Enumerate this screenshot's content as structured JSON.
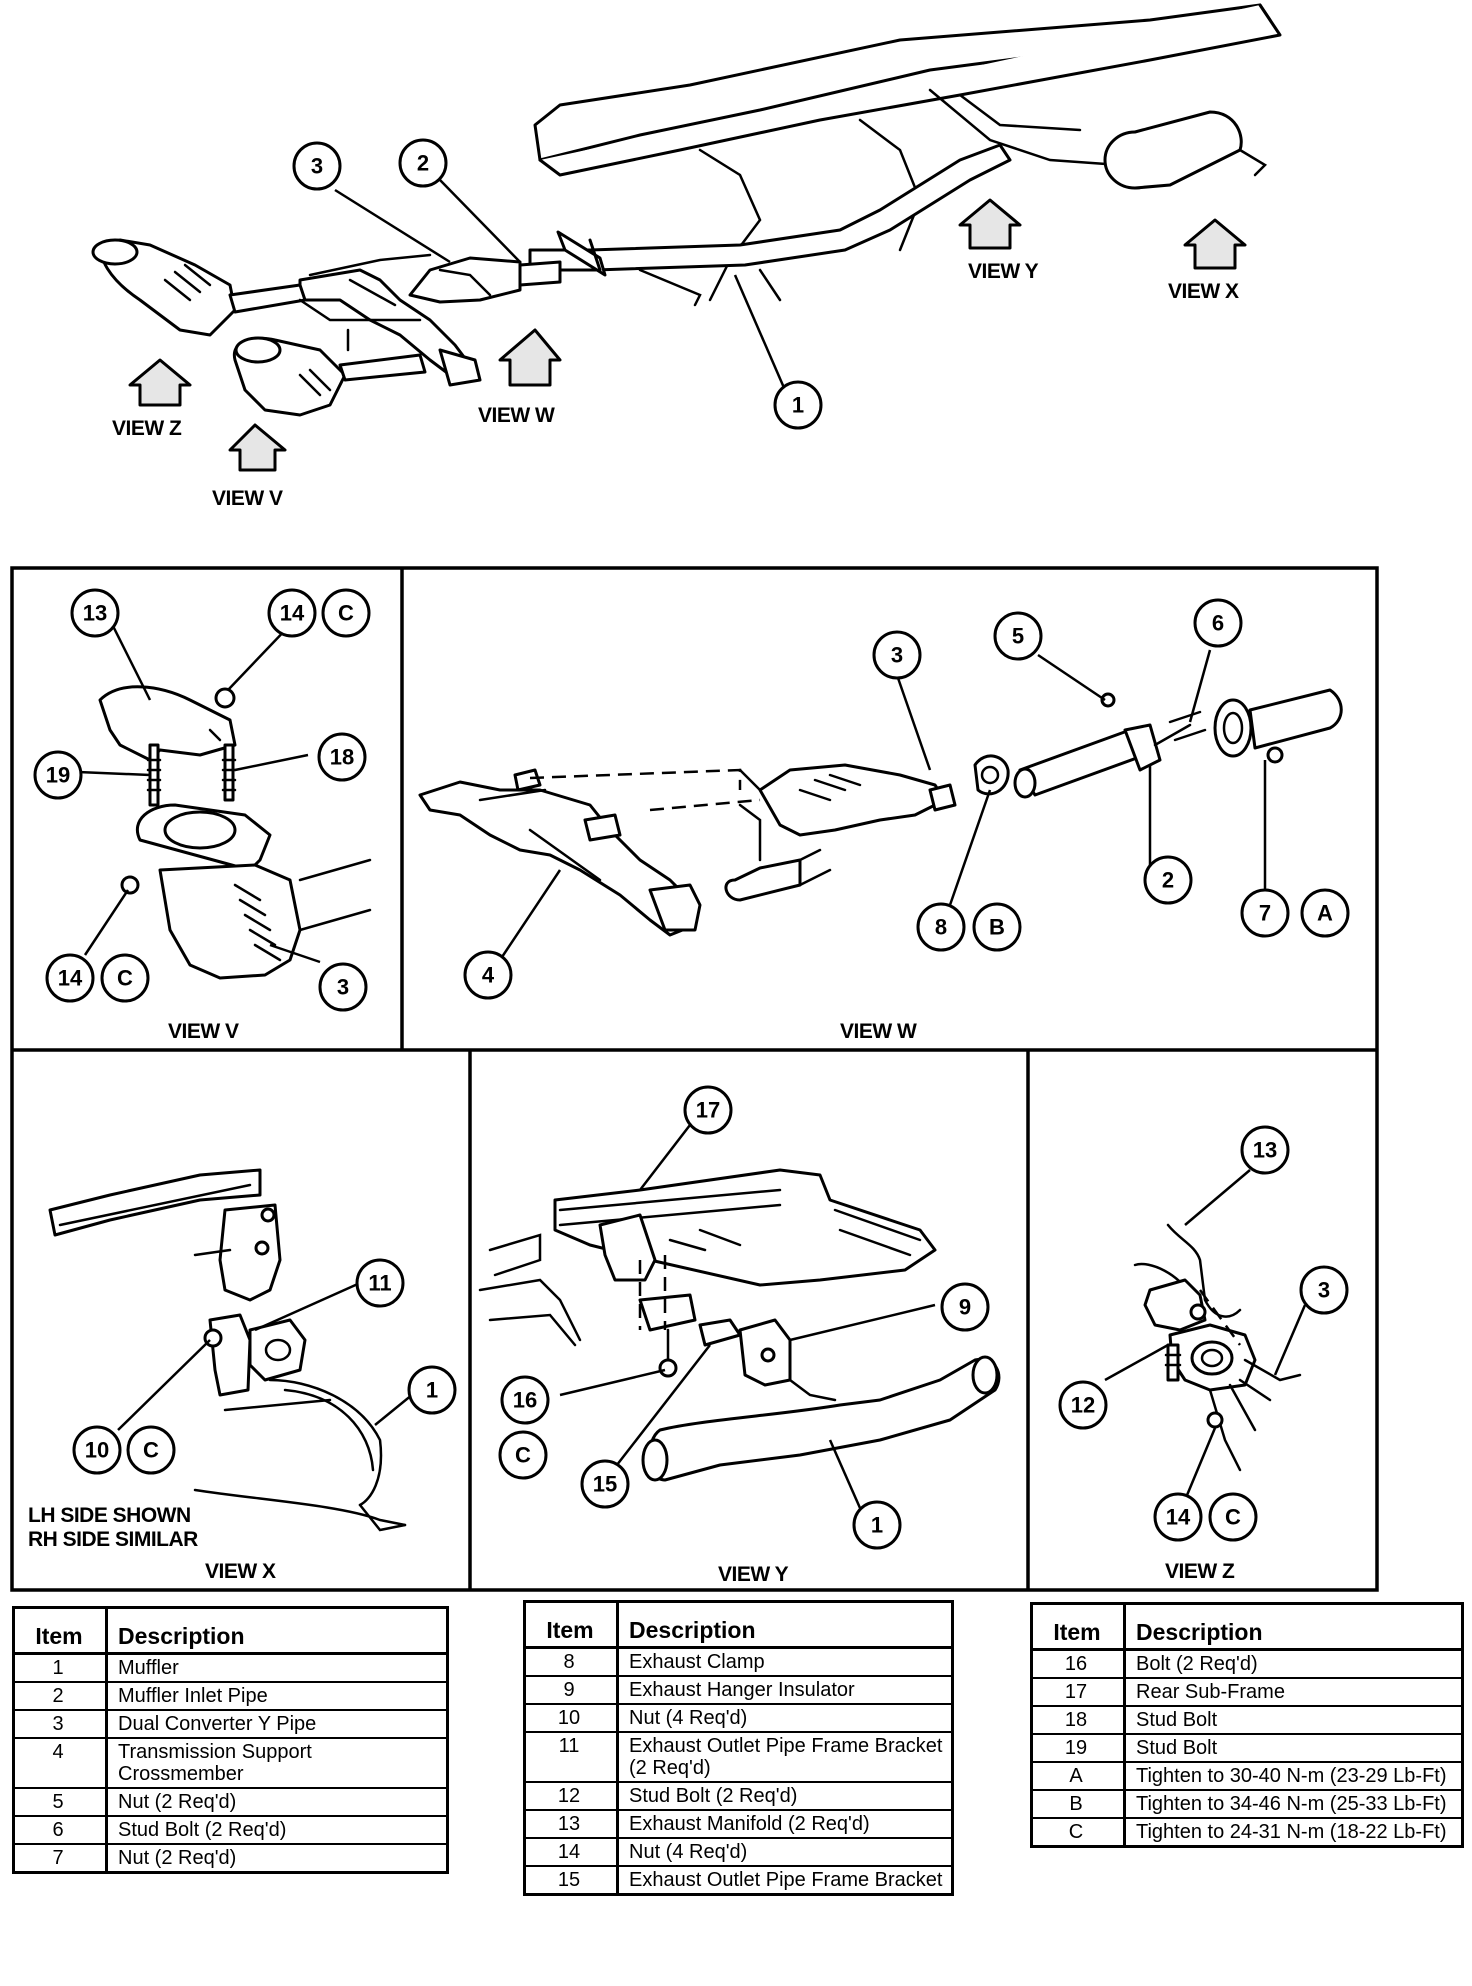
{
  "views": {
    "v": "VIEW V",
    "w": "VIEW W",
    "x": "VIEW X",
    "y": "VIEW Y",
    "z": "VIEW Z"
  },
  "notes": {
    "lh_side": "LH SIDE SHOWN",
    "rh_side": "RH SIDE SIMILAR"
  },
  "callouts": {
    "n1": "1",
    "n2": "2",
    "n3": "3",
    "n4": "4",
    "n5": "5",
    "n6": "6",
    "n7": "7",
    "n8": "8",
    "n9": "9",
    "n10": "10",
    "n11": "11",
    "n12": "12",
    "n13": "13",
    "n14": "14",
    "n15": "15",
    "n16": "16",
    "n17": "17",
    "n18": "18",
    "n19": "19",
    "a": "A",
    "b": "B",
    "c": "C"
  },
  "legend": {
    "header_item": "Item",
    "header_description": "Description",
    "tables": [
      [
        {
          "item": "1",
          "description": "Muffler"
        },
        {
          "item": "2",
          "description": "Muffler Inlet Pipe"
        },
        {
          "item": "3",
          "description": "Dual Converter Y Pipe"
        },
        {
          "item": "4",
          "description": "Transmission Support Crossmember"
        },
        {
          "item": "5",
          "description": "Nut (2 Req'd)"
        },
        {
          "item": "6",
          "description": "Stud Bolt (2 Req'd)"
        },
        {
          "item": "7",
          "description": "Nut (2 Req'd)"
        }
      ],
      [
        {
          "item": "8",
          "description": "Exhaust Clamp"
        },
        {
          "item": "9",
          "description": "Exhaust Hanger Insulator"
        },
        {
          "item": "10",
          "description": "Nut (4 Req'd)"
        },
        {
          "item": "11",
          "description": "Exhaust Outlet Pipe Frame Bracket (2 Req'd)"
        },
        {
          "item": "12",
          "description": "Stud Bolt (2 Req'd)"
        },
        {
          "item": "13",
          "description": "Exhaust Manifold (2 Req'd)"
        },
        {
          "item": "14",
          "description": "Nut (4 Req'd)"
        },
        {
          "item": "15",
          "description": "Exhaust Outlet Pipe Frame Bracket"
        }
      ],
      [
        {
          "item": "16",
          "description": "Bolt (2 Req'd)"
        },
        {
          "item": "17",
          "description": "Rear Sub-Frame"
        },
        {
          "item": "18",
          "description": "Stud Bolt"
        },
        {
          "item": "19",
          "description": "Stud Bolt"
        },
        {
          "item": "A",
          "description": "Tighten to 30-40 N-m (23-29 Lb-Ft)"
        },
        {
          "item": "B",
          "description": "Tighten to 34-46 N-m (25-33 Lb-Ft)"
        },
        {
          "item": "C",
          "description": "Tighten to 24-31 N-m (18-22 Lb-Ft)"
        }
      ]
    ]
  }
}
